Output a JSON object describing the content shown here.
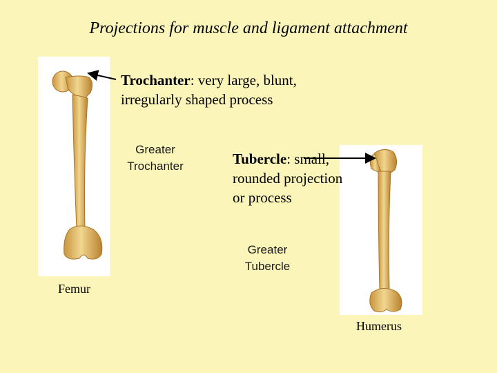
{
  "title": "Projections for muscle and ligament attachment",
  "trochanter": {
    "term": "Trochanter",
    "definition": ": very large, blunt, irregularly shaped process"
  },
  "tubercle": {
    "term": "Tubercle",
    "definition": ": small, rounded projection or process"
  },
  "labels": {
    "greater_trochanter": "Greater Trochanter",
    "greater_tubercle": "Greater Tubercle",
    "femur": "Femur",
    "humerus": "Humerus"
  },
  "colors": {
    "background": "#fbf5b9",
    "bone": "#e8c77c",
    "bone_shadow": "#b98a3a"
  }
}
